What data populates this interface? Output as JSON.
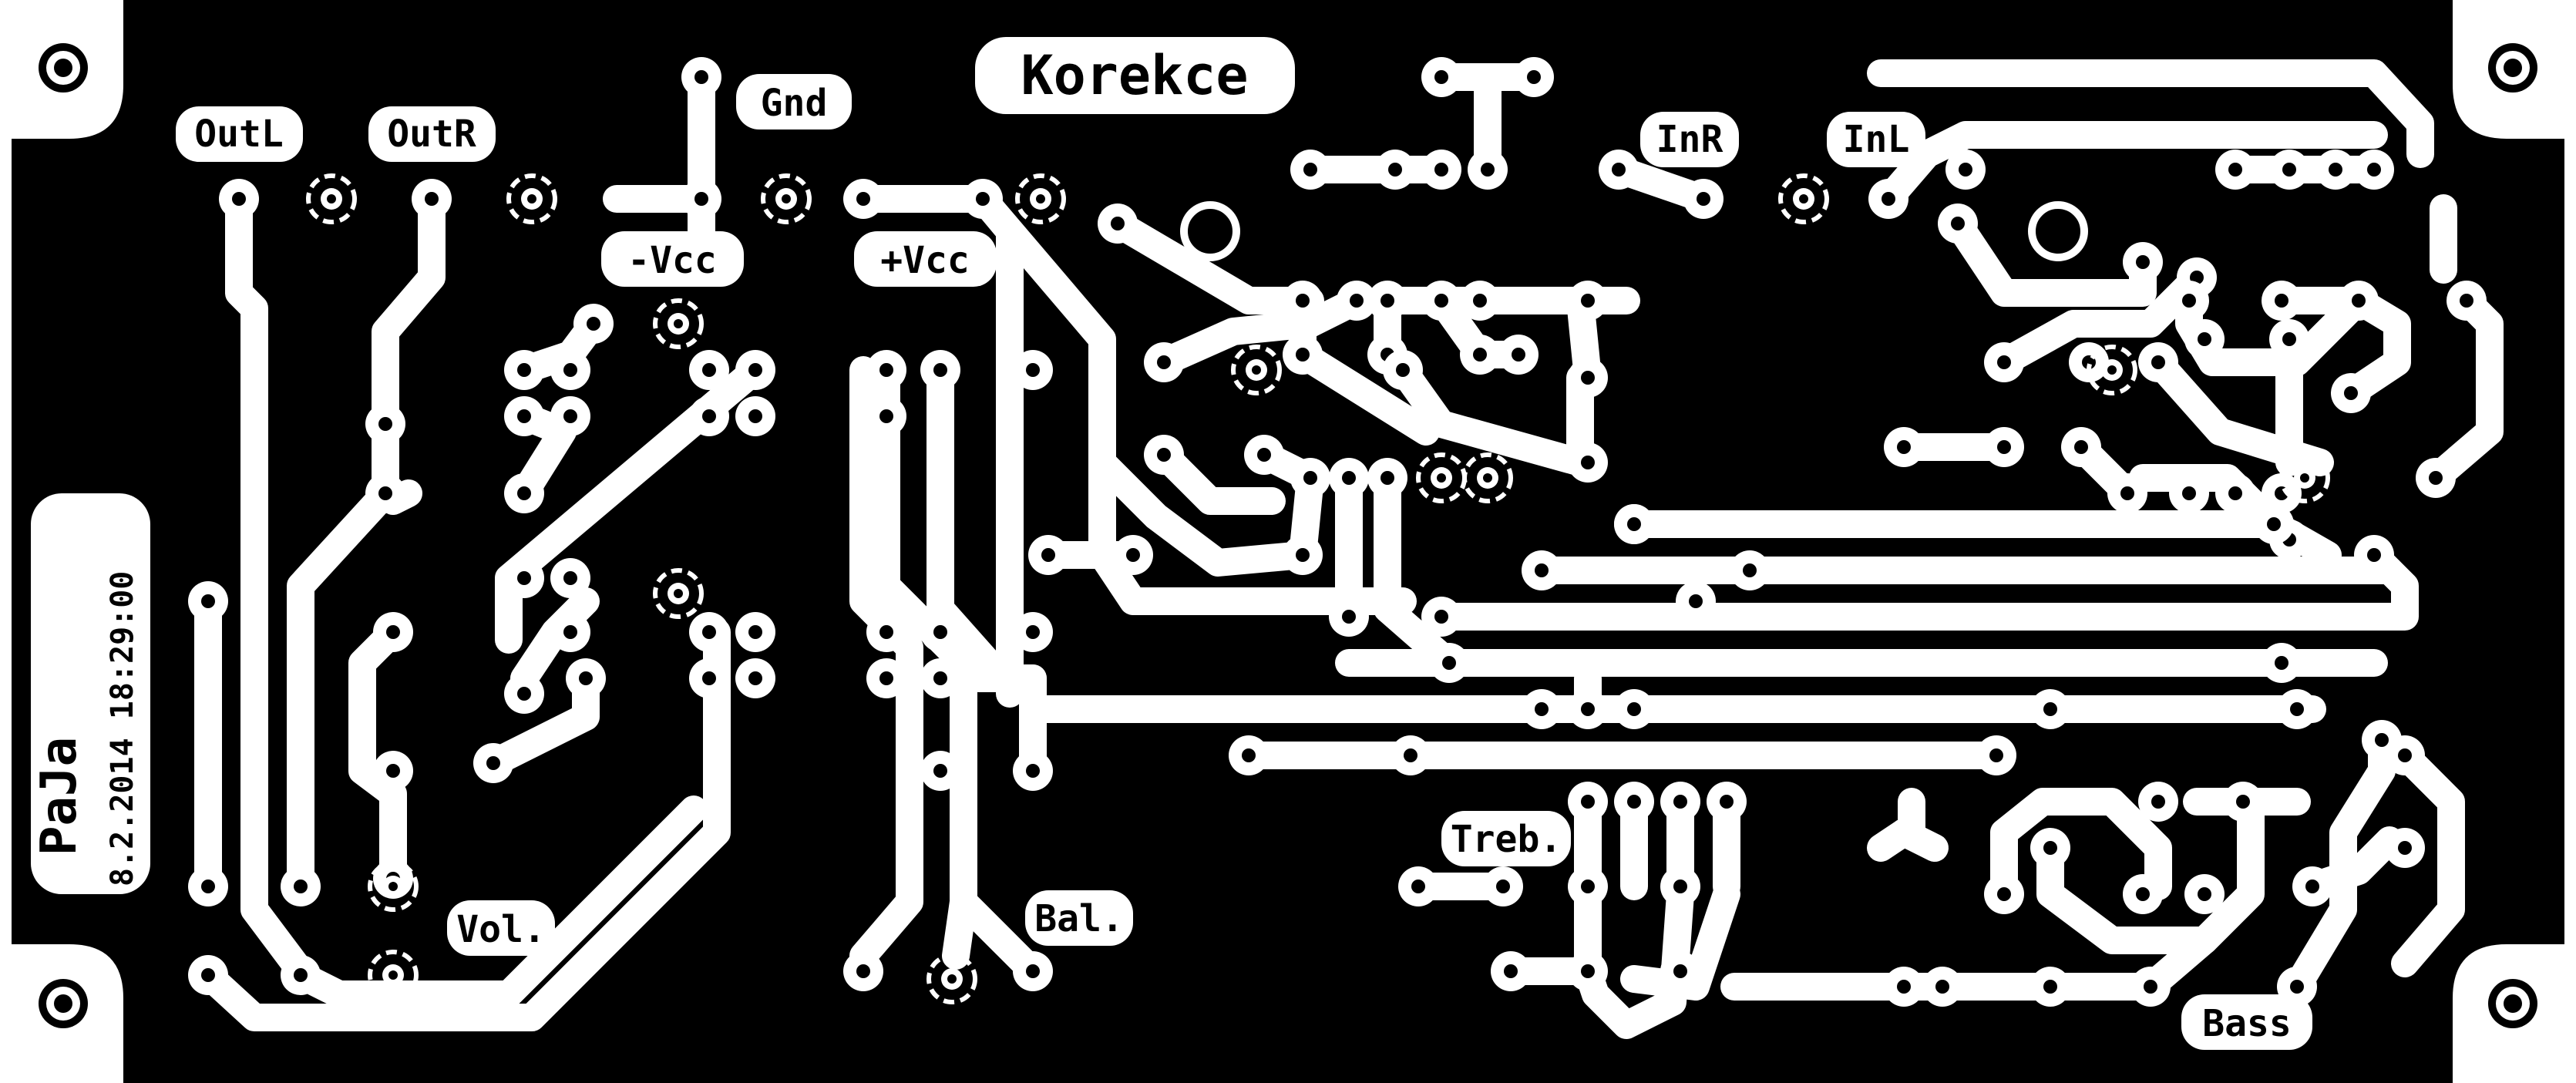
{
  "board": {
    "title": "Korekce",
    "author": "PaJa",
    "date": "8.2.2014 18:29:00",
    "colors": {
      "background": "#000000",
      "copper": "#ffffff"
    }
  },
  "labels": {
    "out_l": "OutL",
    "out_r": "OutR",
    "gnd": "Gnd",
    "minus_vcc": "-Vcc",
    "plus_vcc": "+Vcc",
    "in_r": "InR",
    "in_l": "InL",
    "vol": "Vol.",
    "bal": "Bal.",
    "treb": "Treb.",
    "bass": "Bass"
  }
}
